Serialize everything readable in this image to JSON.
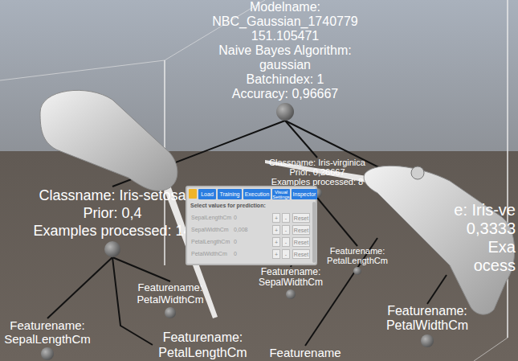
{
  "diagram": {
    "nodes": [
      {
        "text": [
          "Modelname:",
          "NBC_Gaussian_1740779",
          "151.105471",
          "Naive Bayes Algorithm:",
          "gaussian",
          "Batchindex: 1",
          "Accuracy: 0,96667"
        ]
      },
      {
        "text": [
          "Classname: Iris-setosa",
          "Prior: 0,4",
          "Examples processed: 14"
        ]
      },
      {
        "text": [
          "Classname: Iris-virginica",
          "Prior: 0,26667",
          "Examples processed: 8"
        ]
      },
      {
        "text": [
          "e: Iris-ve",
          "0,3333",
          "Exa",
          "ocess"
        ]
      },
      {
        "text": [
          "Featurename: SepalLengthCm"
        ]
      },
      {
        "text": [
          "Featurename: PetalWidthCm"
        ]
      },
      {
        "text": [
          "Featurename: PetalLengthCm"
        ]
      },
      {
        "text": [
          "Featurename: SepalWidthCm"
        ]
      },
      {
        "text": [
          "Featurename: PetalLengthCm"
        ]
      },
      {
        "text": [
          "Featurename"
        ]
      },
      {
        "text": [
          "Featurename: PetalWidthCm"
        ]
      }
    ],
    "edges": [
      {
        "from": 0,
        "to": 1,
        "arrow": "none"
      },
      {
        "from": 0,
        "to": 2,
        "arrow": "none"
      },
      {
        "from": 0,
        "to": 3,
        "arrow": "none"
      },
      {
        "from": 1,
        "to": 4,
        "arrow": "none"
      },
      {
        "from": 1,
        "to": 5,
        "arrow": "none"
      },
      {
        "from": 1,
        "to": 6,
        "arrow": "none"
      },
      {
        "from": 2,
        "to": 7,
        "arrow": "none"
      },
      {
        "from": 2,
        "to": 8,
        "arrow": "none"
      },
      {
        "from": 3,
        "to": 9,
        "arrow": "none"
      },
      {
        "from": 3,
        "to": 10,
        "arrow": "none"
      }
    ],
    "labels": [
      "Load",
      "Training",
      "Execution",
      "Visual Settings",
      "Inspector",
      "Select values for prediction:",
      "SepalLengthCm",
      "0",
      "+",
      "-",
      "Reset",
      "SepalWidthCm",
      "0,008",
      "+",
      "-",
      "Reset",
      "PetalLengthCm",
      "0",
      "+",
      "-",
      "Reset",
      "PetalWidthCm",
      "0",
      "+",
      "-",
      "Reset"
    ]
  }
}
